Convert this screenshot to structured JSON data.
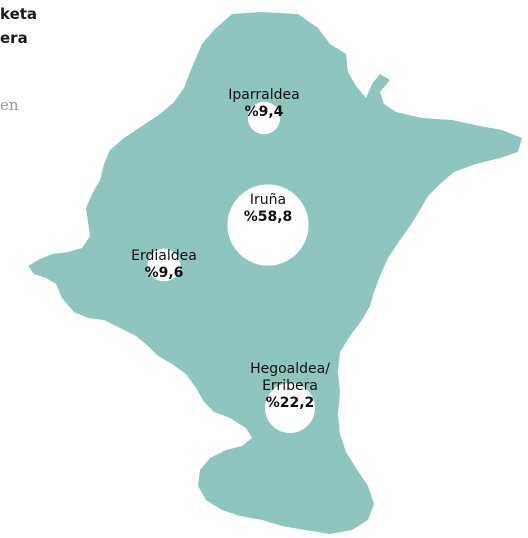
{
  "header": {
    "title_line_1": "keta",
    "title_line_2": "era",
    "subtitle": "en"
  },
  "colors": {
    "territory_fill": "#8ec5be",
    "bubble_fill": "#ffffff",
    "text": "#111111",
    "subtitle_text": "#9a9a9a"
  },
  "regions": [
    {
      "id": "iparraldea",
      "label_lines": [
        "Iparraldea"
      ],
      "value_label": "%9,4",
      "share": 9.4
    },
    {
      "id": "iruna",
      "label_lines": [
        "Iruña"
      ],
      "value_label": "%58,8",
      "share": 58.8
    },
    {
      "id": "erdialdea",
      "label_lines": [
        "Erdialdea"
      ],
      "value_label": "%9,6",
      "share": 9.6
    },
    {
      "id": "hegoaldea",
      "label_lines": [
        "Hegoaldea/",
        "Erribera"
      ],
      "value_label": "%22,2",
      "share": 22.2
    }
  ]
}
